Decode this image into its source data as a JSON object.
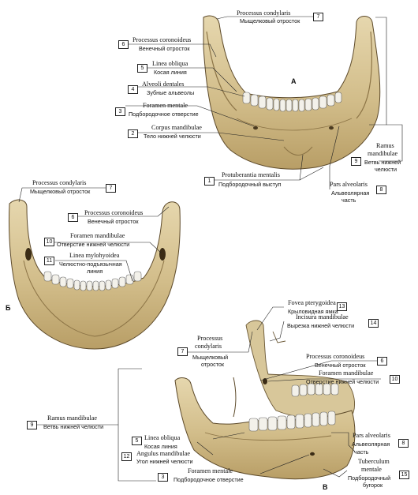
{
  "views": {
    "a": "А",
    "b": "Б",
    "c": "В"
  },
  "labels": {
    "top_condylaris": {
      "num": "7",
      "lat": "Processus condylaris",
      "ru": "Мыщелковый отросток"
    },
    "top_coronoideus": {
      "num": "6",
      "lat": "Processus coronoideus",
      "ru": "Венечный отросток"
    },
    "top_obliqua": {
      "num": "5",
      "lat": "Linea obliqua",
      "ru": "Косая линия"
    },
    "top_alveoli": {
      "num": "4",
      "lat": "Alveoli dentales",
      "ru": "Зубные альвеолы"
    },
    "top_foramen_mentale": {
      "num": "3",
      "lat": "Foramen mentale",
      "ru": "Подбородочное отверстие"
    },
    "top_corpus": {
      "num": "2",
      "lat": "Corpus mandibulae",
      "ru": "Тело нижней челюсти"
    },
    "top_protuberantia": {
      "num": "1",
      "lat": "Protuberantia mentalis",
      "ru": "Подбородочный выступ"
    },
    "top_pars_alveolaris": {
      "num": "8",
      "lat": "Pars alveolaris",
      "ru1": "Альвеолярная",
      "ru2": "часть"
    },
    "top_ramus": {
      "num": "9",
      "lat1": "Ramus",
      "lat2": "mandibulae",
      "ru1": "Ветвь нижней",
      "ru2": "челюсти"
    },
    "mid_condylaris": {
      "num": "7",
      "lat": "Processus condylaris",
      "ru": "Мыщелковый отросток"
    },
    "mid_coronoideus": {
      "num": "6",
      "lat": "Processus coronoideus",
      "ru": "Венечный отросток"
    },
    "mid_foramen_mandibulae": {
      "num": "10",
      "lat": "Foramen mandibulae",
      "ru": "Отверстие нижней челюсти"
    },
    "mid_mylohyoidea": {
      "num": "11",
      "lat": "Linea mylohyoidea",
      "ru1": "Челюстно-подъязычная",
      "ru2": "линия"
    },
    "bot_fovea": {
      "num": "13",
      "lat": "Fovea pterygoidea",
      "ru": "Крыловидная ямка"
    },
    "bot_incisura": {
      "num": "14",
      "lat": "Incisura mandibulae",
      "ru": "Вырезка нижней челюсти"
    },
    "bot_condylaris": {
      "num": "7",
      "lat1": "Processus",
      "lat2": "condylaris",
      "ru1": "Мыщелковый",
      "ru2": "отросток"
    },
    "bot_coronoideus": {
      "num": "6",
      "lat": "Processus coronoideus",
      "ru": "Венечный отросток"
    },
    "bot_foramen_mandibulae": {
      "num": "10",
      "lat": "Foramen mandibulae",
      "ru": "Отверстие нижней челюсти"
    },
    "bot_ramus": {
      "num": "9",
      "lat": "Ramus mandibulae",
      "ru": "Ветвь нижней челюсти"
    },
    "bot_obliqua": {
      "num": "5",
      "lat": "Linea obliqua",
      "ru": "Косая линия"
    },
    "bot_angulus": {
      "num": "12",
      "lat": "Angulus mandibulae",
      "ru": "Угол нижней челюсти"
    },
    "bot_foramen_mentale": {
      "num": "3",
      "lat": "Foramen mentale",
      "ru": "Подбородочное отверстие"
    },
    "bot_pars_alveolaris": {
      "num": "8",
      "lat": "Pars alveolaris",
      "ru1": "Альвеолярная",
      "ru2": "часть"
    },
    "bot_tuberculum": {
      "num": "15",
      "lat1": "Tuberculum",
      "lat2": "mentale",
      "ru1": "Подбородочный",
      "ru2": "бугорок"
    }
  }
}
